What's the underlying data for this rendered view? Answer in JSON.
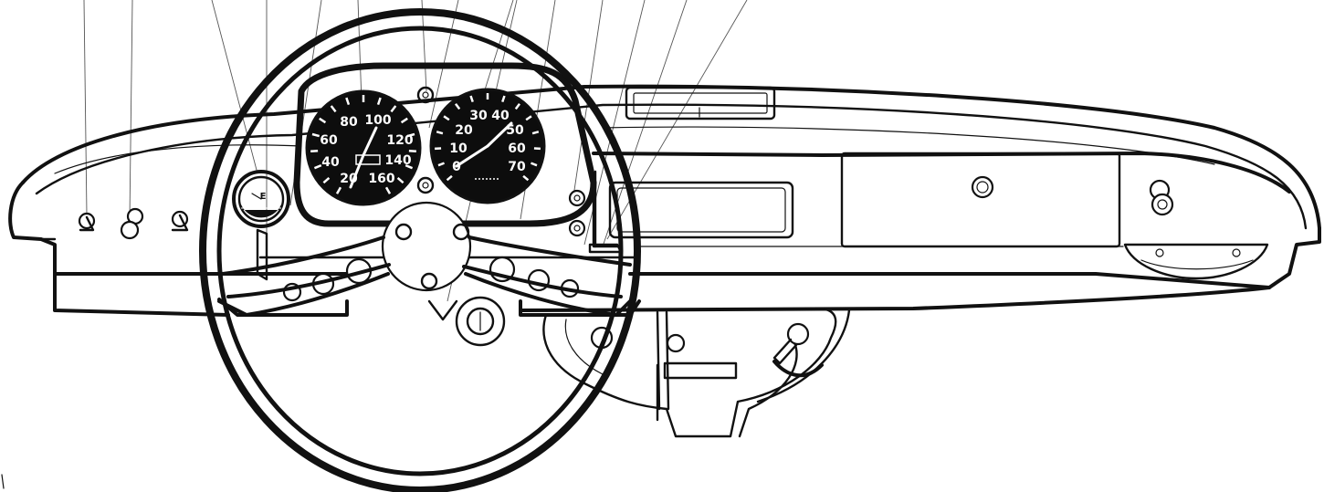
{
  "speedometer": {
    "labels": [
      "60",
      "80",
      "100",
      "120",
      "40",
      "140",
      "20",
      "160"
    ]
  },
  "tachometer": {
    "labels": [
      "0",
      "10",
      "20",
      "30",
      "40",
      "50",
      "60",
      "70"
    ]
  },
  "fuel_gauge": {
    "label": "E"
  },
  "colors": {
    "ink": "#111111",
    "dial_face": "#0d0d0d",
    "paper": "#ffffff"
  },
  "icons": [
    "steering-wheel-icon",
    "speedometer-icon",
    "tachometer-icon",
    "fuel-gauge-icon",
    "glovebox-knob-icon",
    "switch-knob-icon"
  ]
}
